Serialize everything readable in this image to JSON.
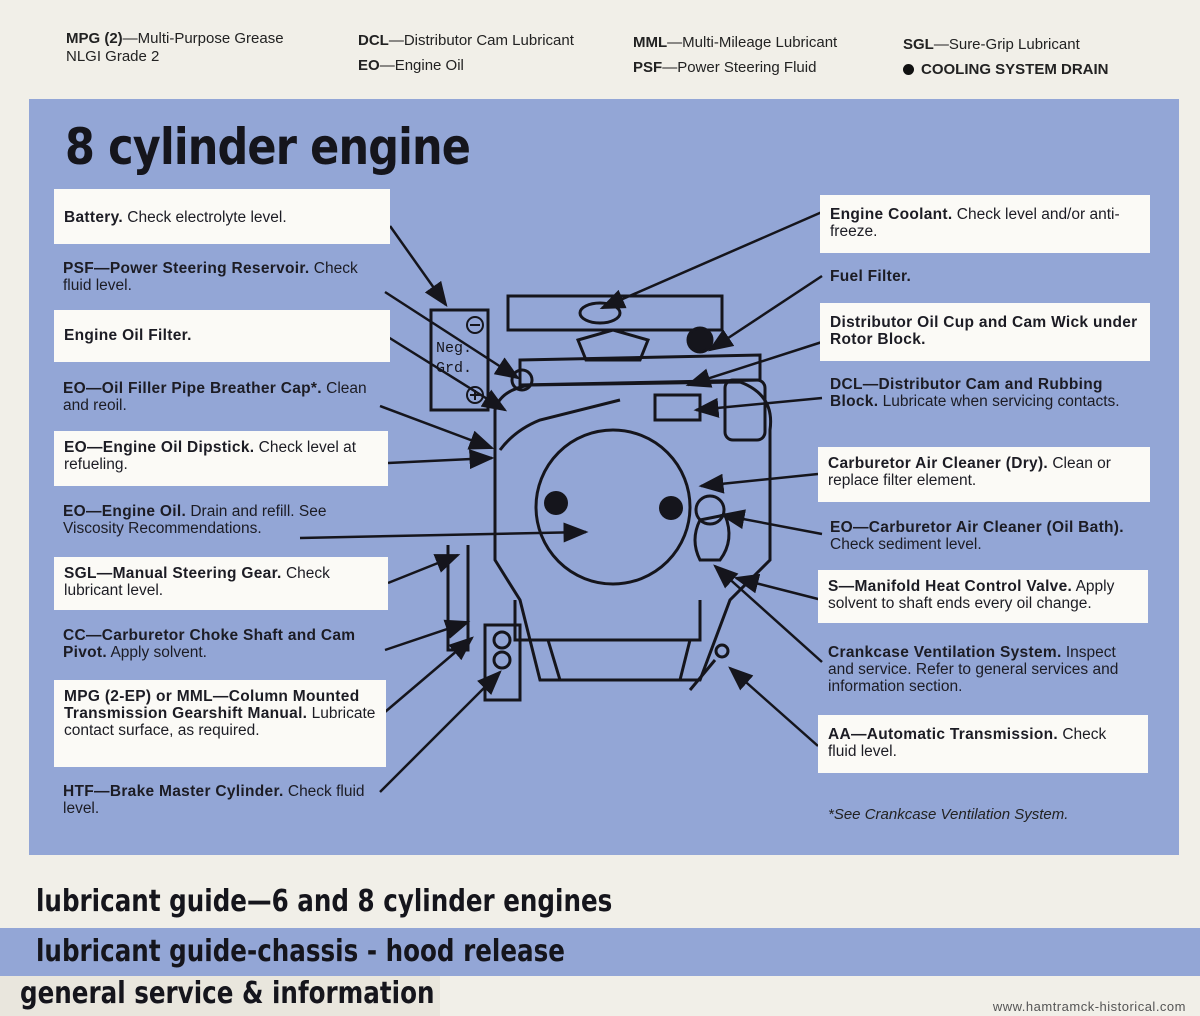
{
  "legend": {
    "mpg_code": "MPG (2)",
    "mpg_text": "—Multi-Purpose Grease",
    "mpg_text2": "NLGI Grade 2",
    "dcl_code": "DCL",
    "dcl_text": "—Distributor Cam Lubricant",
    "eo_code": "EO",
    "eo_text": "—Engine Oil",
    "mml_code": "MML",
    "mml_text": "—Multi-Mileage Lubricant",
    "psf_code": "PSF",
    "psf_text": "—Power Steering Fluid",
    "sgl_code": "SGL",
    "sgl_text": "—Sure-Grip Lubricant",
    "drain_text": "COOLING SYSTEM DRAIN"
  },
  "title": "8 cylinder engine",
  "left_callouts": [
    {
      "bold": "Battery.",
      "text": " Check electrolyte level."
    },
    {
      "bold": "PSF—Power Steering Reservoir.",
      "text": " Check fluid level."
    },
    {
      "bold": "Engine Oil Filter.",
      "text": ""
    },
    {
      "bold": "EO—Oil Filler Pipe Breather Cap*.",
      "text": " Clean and reoil."
    },
    {
      "bold": "EO—Engine Oil Dipstick.",
      "text": " Check level at refueling."
    },
    {
      "bold": "EO—Engine Oil.",
      "text": " Drain and refill. See Viscosity Recommendations."
    },
    {
      "bold": "SGL—Manual Steering Gear.",
      "text": " Check lubricant level."
    },
    {
      "bold": "CC—Carburetor Choke Shaft and Cam Pivot.",
      "text": " Apply solvent."
    },
    {
      "bold": "MPG (2-EP) or MML—Column Mounted Transmission Gearshift Manual.",
      "text": " Lubricate contact surface, as required."
    },
    {
      "bold": "HTF—Brake Master Cylinder.",
      "text": " Check fluid level."
    }
  ],
  "right_callouts": [
    {
      "bold": "Engine Coolant.",
      "text": " Check level and/or anti-freeze."
    },
    {
      "bold": "Fuel Filter.",
      "text": ""
    },
    {
      "bold": "Distributor Oil Cup and Cam Wick under Rotor Block.",
      "text": ""
    },
    {
      "bold": "DCL—Distributor Cam and Rubbing Block.",
      "text": " Lubricate when servicing contacts."
    },
    {
      "bold": "Carburetor Air Cleaner (Dry).",
      "text": " Clean or replace filter element."
    },
    {
      "bold": "EO—Carburetor Air Cleaner (Oil Bath).",
      "text": " Check sediment level."
    },
    {
      "bold": "S—Manifold Heat Control Valve.",
      "text": " Apply solvent to shaft ends every oil change."
    },
    {
      "bold": "Crankcase Ventilation System.",
      "text": " Inspect and service. Refer to general services and information section."
    },
    {
      "bold": "AA—Automatic Transmission.",
      "text": " Check fluid level."
    }
  ],
  "battery_label": {
    "top": "Neg.",
    "bottom": "Grd."
  },
  "footnote": "*See Crankcase Ventilation System.",
  "tabs": [
    "lubricant guide—6 and 8 cylinder engines",
    "lubricant guide-chassis - hood release",
    "general service & information"
  ],
  "watermark": "www.hamtramck-historical.com",
  "colors": {
    "panel": "#93a6d6",
    "paper": "#f1efe8",
    "box": "#fbfaf6",
    "ink": "#1c1c24"
  }
}
